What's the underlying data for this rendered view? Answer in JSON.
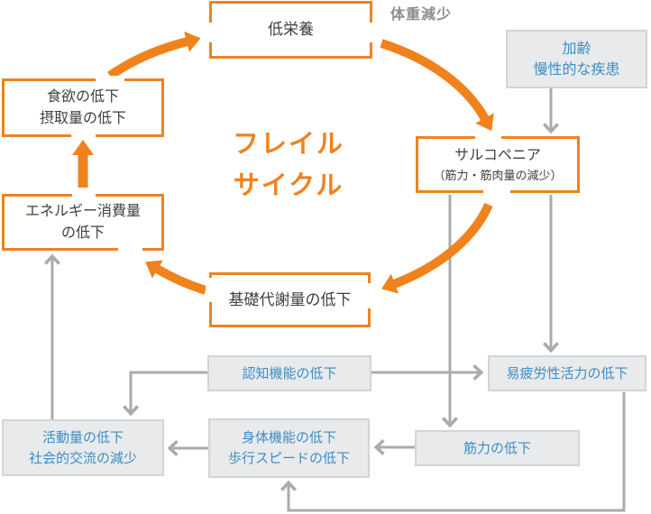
{
  "diagram": {
    "center_title": {
      "line1": "フレイル",
      "line2": "サイクル"
    },
    "annotation": {
      "weight_loss": "体重減少"
    }
  },
  "cycle_nodes": {
    "malnutrition": {
      "label": "低栄養"
    },
    "appetite_decline": {
      "line1": "食欲の低下",
      "line2": "摂取量の低下"
    },
    "energy_expenditure_decline": {
      "line1": "エネルギー消費量",
      "line2": "の低下"
    },
    "sarcopenia": {
      "line1": "サルコペニア",
      "line2": "（筋力・筋肉量の減少）"
    },
    "basal_metabolism_decline": {
      "label": "基礎代謝量の低下"
    }
  },
  "factor_nodes": {
    "aging_chronic_disease": {
      "line1": "加齢",
      "line2": "慢性的な疾患"
    },
    "cognitive_decline": {
      "label": "認知機能の低下"
    },
    "fatigability_vitality_decline": {
      "label": "易疲労性活力の低下"
    },
    "activity_decline": {
      "line1": "活動量の低下",
      "line2": "社会的交流の減少"
    },
    "physical_function_decline": {
      "line1": "身体機能の低下",
      "line2": "歩行スピードの低下"
    },
    "muscle_strength_decline": {
      "label": "筋力の低下"
    }
  },
  "colors": {
    "cycle_orange": "#f0821e",
    "factor_blue": "#3a8ec5",
    "gray_line": "#a9acac",
    "gray_box_bg": "#e9eaeb",
    "gray_box_border": "#d2d5d5",
    "dark_text": "#3f3f42",
    "annotation_gray": "#8b8e90"
  }
}
